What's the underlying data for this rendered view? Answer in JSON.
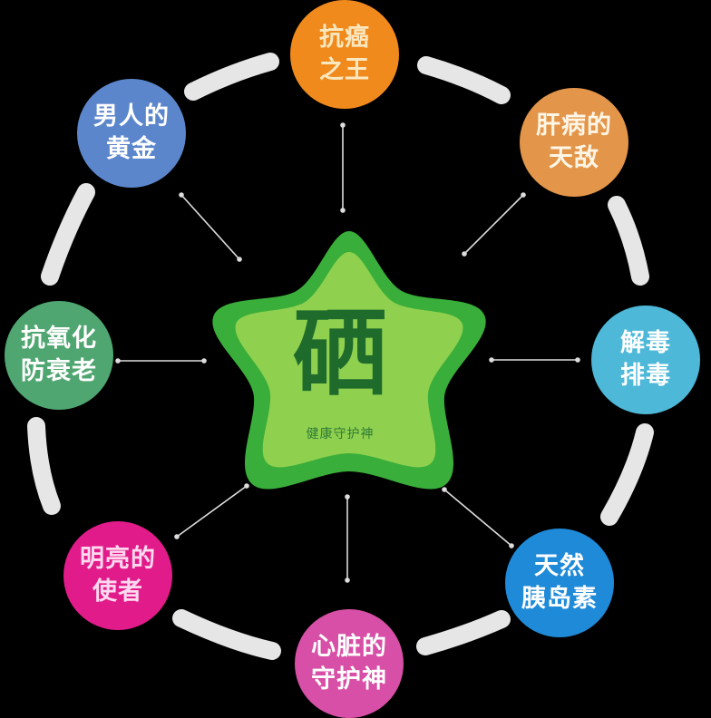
{
  "center": {
    "title": "硒",
    "subtitle": "健康守护神",
    "colors": {
      "outer": "#3aae3a",
      "inner": "#8fd14f",
      "text": "#1e6b2c"
    }
  },
  "nodes": [
    {
      "id": "top",
      "line1": "抗癌",
      "line2": "之王",
      "color": "#f08a1c",
      "text_color": "#fbe8c0"
    },
    {
      "id": "top-right",
      "line1": "肝病的",
      "line2": "天敌",
      "color": "#e3954a",
      "text_color": "#fff6e6"
    },
    {
      "id": "right",
      "line1": "解毒",
      "line2": "排毒",
      "color": "#4db8d8",
      "text_color": "#ffffff"
    },
    {
      "id": "bottom-right",
      "line1": "天然",
      "line2": "胰岛素",
      "color": "#1f8ad8",
      "text_color": "#ffffff"
    },
    {
      "id": "bottom",
      "line1": "心脏的",
      "line2": "守护神",
      "color": "#d74fa6",
      "text_color": "#ffffff"
    },
    {
      "id": "bottom-left",
      "line1": "明亮的",
      "line2": "使者",
      "color": "#e21b8a",
      "text_color": "#ffd9ef"
    },
    {
      "id": "left",
      "line1": "抗氧化",
      "line2": "防衰老",
      "color": "#4fa670",
      "text_color": "#ffffff"
    },
    {
      "id": "top-left",
      "line1": "男人的",
      "line2": "黄金",
      "color": "#5b86cc",
      "text_color": "#ffffff"
    }
  ],
  "ring": {
    "color": "#e6e6e6"
  },
  "connector": {
    "color": "#dddddd"
  }
}
